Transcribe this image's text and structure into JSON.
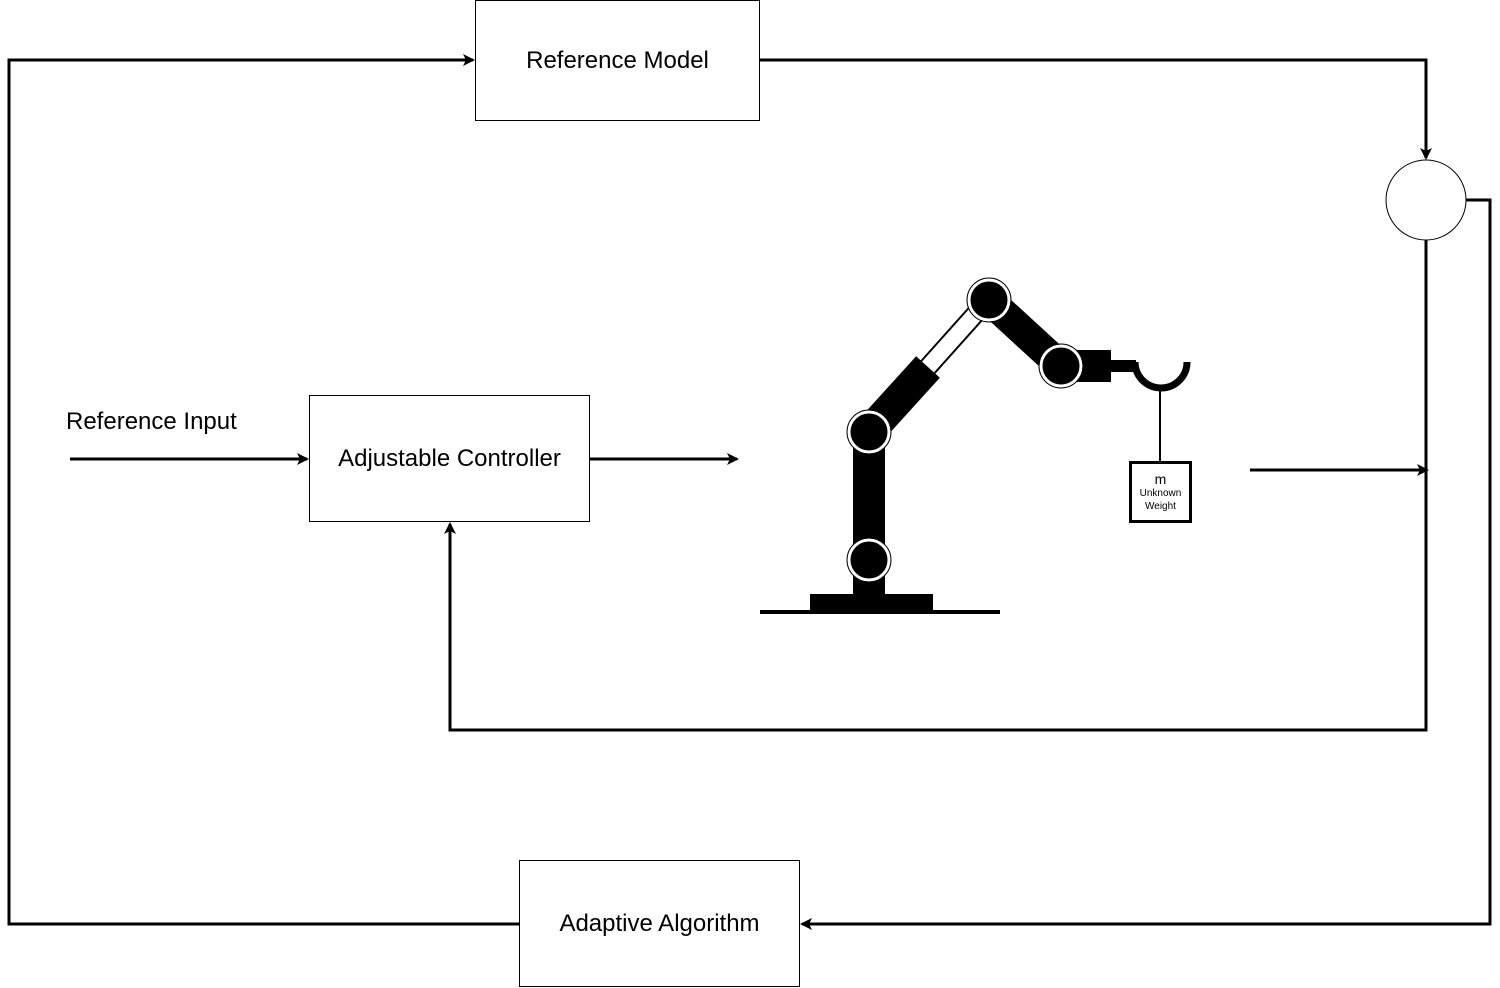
{
  "blocks": {
    "reference_model": "Reference Model",
    "adjustable_controller": "Adjustable Controller",
    "adaptive_algorithm": "Adaptive Algorithm"
  },
  "labels": {
    "reference_input": "Reference Input"
  },
  "payload": {
    "symbol": "m",
    "caption_line1": "Unknown",
    "caption_line2": "Weight"
  },
  "colors": {
    "stroke": "#000000",
    "background": "#ffffff"
  }
}
